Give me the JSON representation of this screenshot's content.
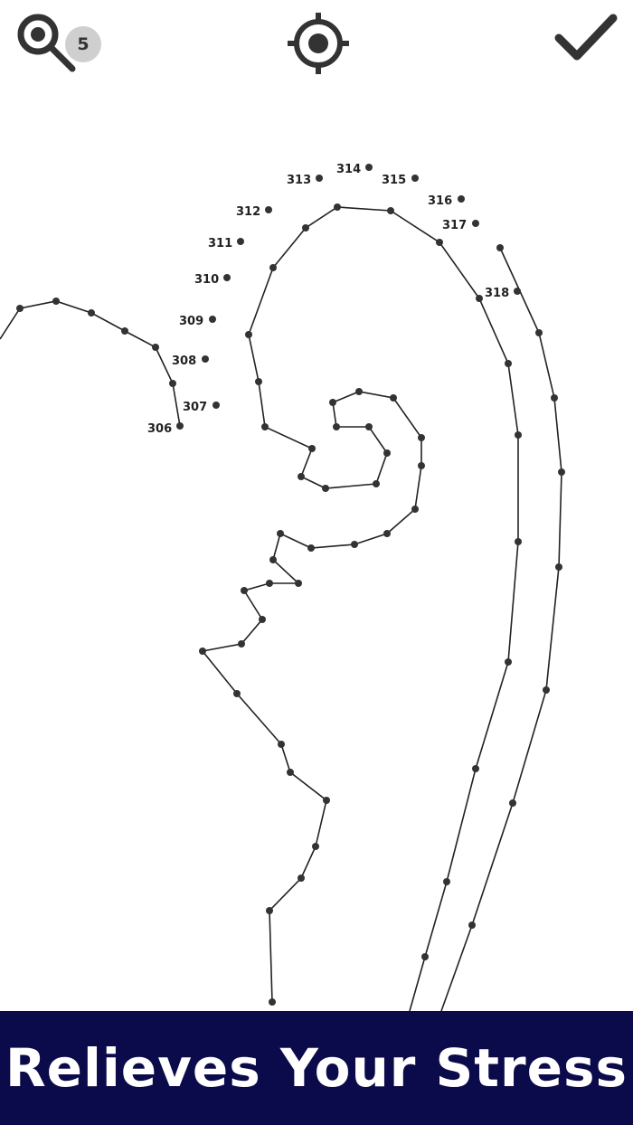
{
  "toolbar": {
    "hint_count": "5",
    "icons": [
      "magnifier-hint-icon",
      "locate-target-icon",
      "checkmark-icon"
    ]
  },
  "dot_labels": [
    "306",
    "307",
    "308",
    "309",
    "310",
    "311",
    "312",
    "313",
    "314",
    "315",
    "316",
    "317",
    "318"
  ],
  "banner": {
    "text": "Relieves Your Stress"
  },
  "colors": {
    "line": "#222222",
    "dot": "#333333",
    "banner_bg": "#0b0a4a",
    "banner_text": "#ffffff",
    "badge_bg": "#cfcfcf"
  }
}
